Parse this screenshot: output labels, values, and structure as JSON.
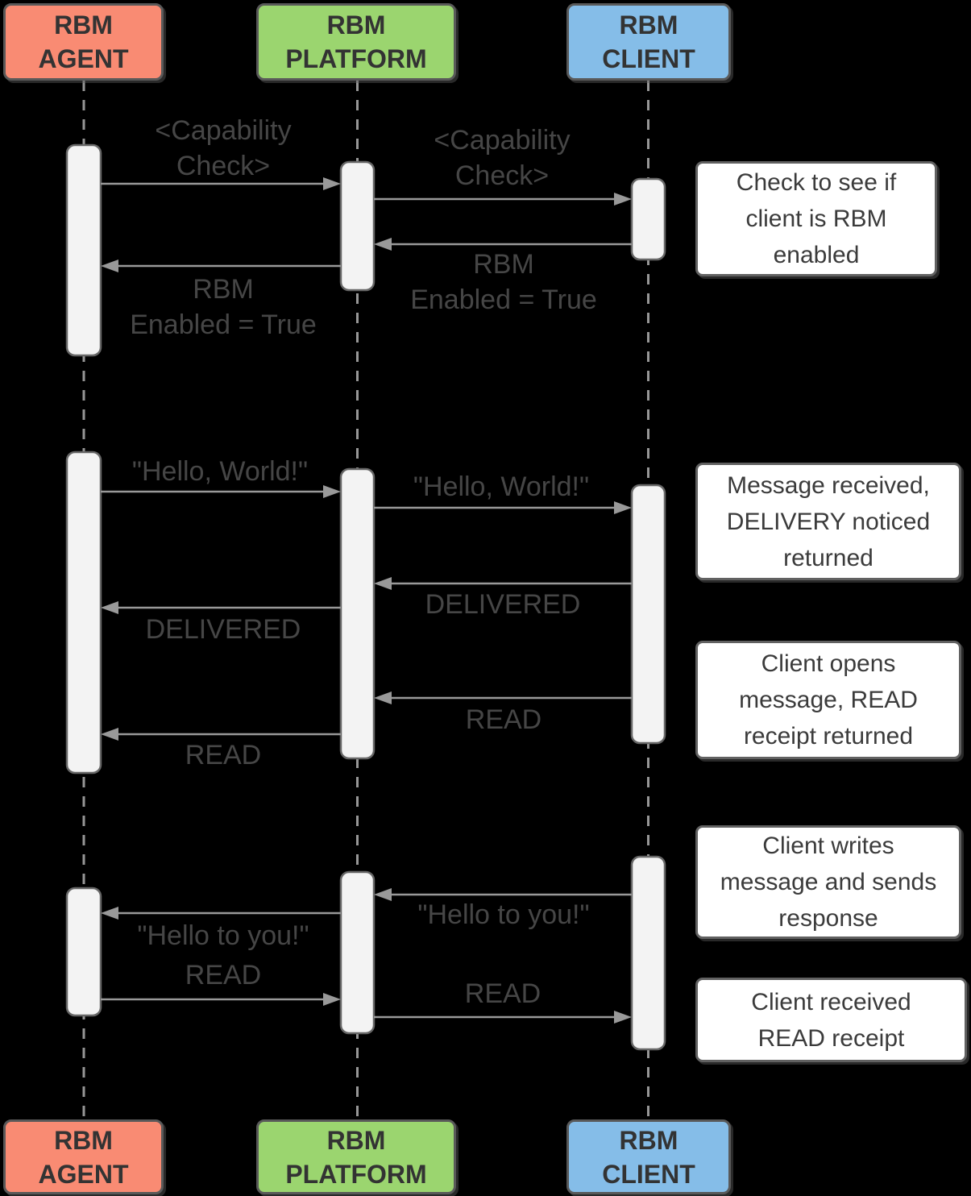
{
  "colors": {
    "background": "#000000",
    "agent_fill": "#F98B73",
    "platform_fill": "#9BD56F",
    "client_fill": "#85BDE8",
    "box_border": "#595959",
    "note_fill": "#FFFFFF",
    "note_border": "#616161",
    "activation_fill": "#F3F3F3",
    "activation_border": "#666666",
    "lifeline": "#979797",
    "arrow": "#999999",
    "actor_text": "#333333",
    "message_text": "#464646",
    "note_text": "#3B3B3B"
  },
  "actors": {
    "agent": {
      "label": "RBM\nAGENT"
    },
    "platform": {
      "label": "RBM\nPLATFORM"
    },
    "client": {
      "label": "RBM\nCLIENT"
    }
  },
  "messages": {
    "capability_check_ap": "<Capability\nCheck>",
    "capability_check_pc": "<Capability\nCheck>",
    "rbm_enabled_cp": "RBM\nEnabled = True",
    "rbm_enabled_pa": "RBM\nEnabled = True",
    "hello_world_ap": "\"Hello, World!\"",
    "hello_world_pc": "\"Hello, World!\"",
    "delivered_cp": "DELIVERED",
    "delivered_pa": "DELIVERED",
    "read_cp": "READ",
    "read_pa": "READ",
    "hello_to_you_cp": "\"Hello to you!\"",
    "hello_to_you_pa": "\"Hello to you!\"",
    "read_ap": "READ",
    "read_pc": "READ"
  },
  "notes": {
    "capability": "Check to see if\nclient is RBM\nenabled",
    "delivery": "Message received,\nDELIVERY noticed\nreturned",
    "read": "Client opens\nmessage, READ\nreceipt returned",
    "response": "Client writes\nmessage and sends\nresponse",
    "read_receipt": "Client received\nREAD receipt"
  }
}
